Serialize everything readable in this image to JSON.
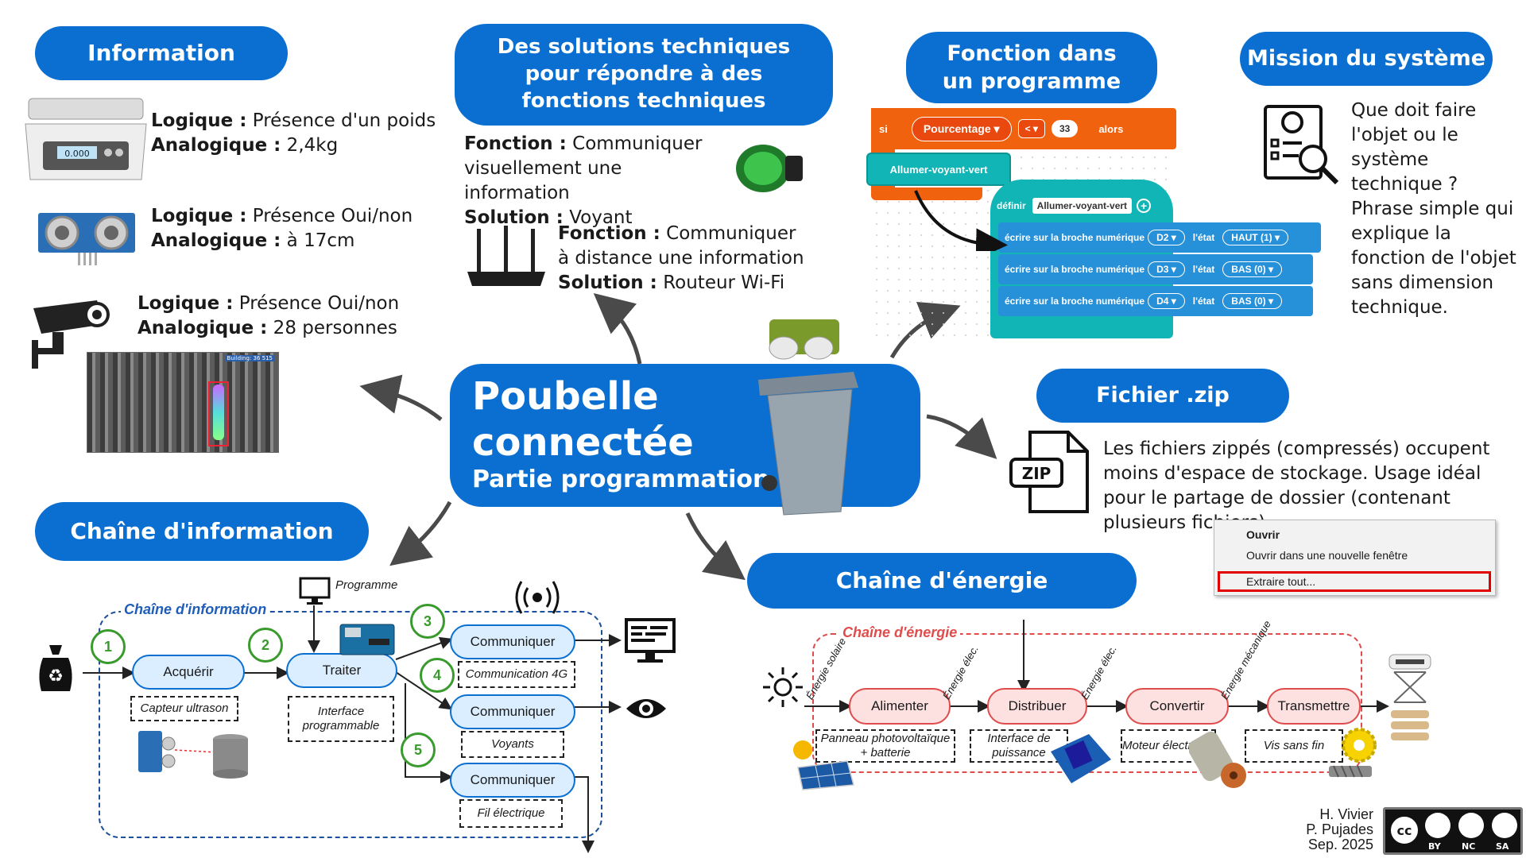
{
  "center": {
    "title_line1": "Poubelle",
    "title_line2": "connectée",
    "subtitle": "Partie programmation"
  },
  "information": {
    "header": "Information",
    "items": [
      {
        "l_label": "Logique :",
        "l_value": " Présence d'un poids",
        "a_label": "Analogique :",
        "a_value": " 2,4kg"
      },
      {
        "l_label": "Logique :",
        "l_value": " Présence Oui/non",
        "a_label": "Analogique :",
        "a_value": " à 17cm"
      },
      {
        "l_label": "Logique :",
        "l_value": " Présence Oui/non",
        "a_label": "Analogique :",
        "a_value": " 28 personnes"
      }
    ],
    "scale_display": "0.000",
    "camera_overlay": "Building: 36 515"
  },
  "solutions": {
    "header": "Des solutions techniques pour répondre à des fonctions techniques",
    "item1": {
      "f_label": "Fonction :",
      "f_value": " Communiquer visuellement une information",
      "s_label": "Solution :",
      "s_value": " Voyant"
    },
    "item2": {
      "f_label": "Fonction :",
      "f_value": " Communiquer à distance une information",
      "s_label": "Solution :",
      "s_value": " Routeur Wi-Fi"
    }
  },
  "programme": {
    "header": "Fonction dans un programme",
    "if": "si",
    "var": "Pourcentage",
    "op": "<",
    "val": "33",
    "then": "alors",
    "call": "Allumer-voyant-vert",
    "define": "définir",
    "define_name": "Allumer-voyant-vert",
    "write": "écrire sur la broche numérique",
    "state": "l'état",
    "rows": [
      {
        "pin": "D2",
        "value": "HAUT (1)"
      },
      {
        "pin": "D3",
        "value": "BAS (0)"
      },
      {
        "pin": "D4",
        "value": "BAS (0)"
      }
    ]
  },
  "mission": {
    "header": "Mission du système",
    "text": "Que doit faire l'objet ou le système technique ? Phrase simple qui explique la fonction de l'objet sans dimension technique."
  },
  "zip": {
    "header": "Fichier .zip",
    "icon_label": "ZIP",
    "text": "Les fichiers zippés (compressés) occupent moins d'espace de stockage. Usage idéal pour le partage de dossier (contenant plusieurs fichiers).",
    "menu": [
      "Ouvrir",
      "Ouvrir dans une nouvelle fenêtre",
      "Extraire tout..."
    ]
  },
  "info_chain": {
    "header": "Chaîne d'information",
    "title": "Chaîne d'information",
    "programme": "Programme",
    "acquire": "Acquérir",
    "process": "Traiter",
    "comm": "Communiquer",
    "cap_acquire": "Capteur ultrason",
    "cap_process": "Interface programmable",
    "cap_4g": "Communication 4G",
    "cap_voyants": "Voyants",
    "cap_fil": "Fil électrique",
    "nums": [
      "1",
      "2",
      "3",
      "4",
      "5"
    ]
  },
  "energy_chain": {
    "header": "Chaîne d'énergie",
    "title": "Chaîne d'énergie",
    "nodes": [
      "Alimenter",
      "Distribuer",
      "Convertir",
      "Transmettre"
    ],
    "caps": [
      "Panneau photovoltaïque + batterie",
      "Interface de puissance",
      "Moteur électrique",
      "Vis sans fin"
    ],
    "energies": [
      "Énergie solaire",
      "Énergie élec.",
      "Énergie élec.",
      "Énergie mécanique"
    ]
  },
  "credits": {
    "line1": "H. Vivier",
    "line2": "P. Pujades",
    "line3": "Sep. 2025",
    "license": [
      "BY",
      "NC",
      "SA"
    ]
  },
  "colors": {
    "accent": "#0a6fd1",
    "green": "#3a9a2e",
    "red": "#e04c4c",
    "scratch_orange": "#f0620e",
    "scratch_teal": "#12b5b5"
  }
}
